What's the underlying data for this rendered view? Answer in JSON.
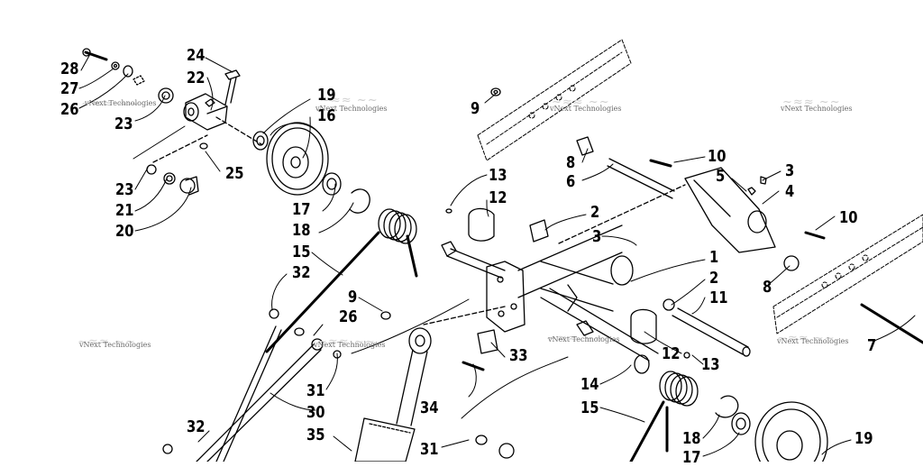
{
  "diagram": {
    "callouts": [
      {
        "id": "c28",
        "text": "28"
      },
      {
        "id": "c27",
        "text": "27"
      },
      {
        "id": "c26a",
        "text": "26"
      },
      {
        "id": "c23a",
        "text": "23"
      },
      {
        "id": "c24",
        "text": "24"
      },
      {
        "id": "c22",
        "text": "22"
      },
      {
        "id": "c19a",
        "text": "19"
      },
      {
        "id": "c16",
        "text": "16"
      },
      {
        "id": "c25",
        "text": "25"
      },
      {
        "id": "c23b",
        "text": "23"
      },
      {
        "id": "c21",
        "text": "21"
      },
      {
        "id": "c20",
        "text": "20"
      },
      {
        "id": "c17a",
        "text": "17"
      },
      {
        "id": "c18a",
        "text": "18"
      },
      {
        "id": "c15a",
        "text": "15"
      },
      {
        "id": "c32a",
        "text": "32"
      },
      {
        "id": "c9a",
        "text": "9"
      },
      {
        "id": "c26b",
        "text": "26"
      },
      {
        "id": "c31a",
        "text": "31"
      },
      {
        "id": "c30",
        "text": "30"
      },
      {
        "id": "c35",
        "text": "35"
      },
      {
        "id": "c32b",
        "text": "32"
      },
      {
        "id": "c34",
        "text": "34"
      },
      {
        "id": "c31b",
        "text": "31"
      },
      {
        "id": "c33",
        "text": "33"
      },
      {
        "id": "c9b",
        "text": "9"
      },
      {
        "id": "c13a",
        "text": "13"
      },
      {
        "id": "c12a",
        "text": "12"
      },
      {
        "id": "c8a",
        "text": "8"
      },
      {
        "id": "c6",
        "text": "6"
      },
      {
        "id": "c2a",
        "text": "2"
      },
      {
        "id": "c3a",
        "text": "3"
      },
      {
        "id": "c10a",
        "text": "10"
      },
      {
        "id": "c5",
        "text": "5"
      },
      {
        "id": "c3b",
        "text": "3"
      },
      {
        "id": "c4",
        "text": "4"
      },
      {
        "id": "c10b",
        "text": "10"
      },
      {
        "id": "c1",
        "text": "1"
      },
      {
        "id": "c2b",
        "text": "2"
      },
      {
        "id": "c11",
        "text": "11"
      },
      {
        "id": "c8b",
        "text": "8"
      },
      {
        "id": "c7",
        "text": "7"
      },
      {
        "id": "c12b",
        "text": "12"
      },
      {
        "id": "c13b",
        "text": "13"
      },
      {
        "id": "c14",
        "text": "14"
      },
      {
        "id": "c15b",
        "text": "15"
      },
      {
        "id": "c18b",
        "text": "18"
      },
      {
        "id": "c17b",
        "text": "17"
      },
      {
        "id": "c19b",
        "text": "19"
      }
    ],
    "watermarks": [
      {
        "id": "w1",
        "text": "vNext Technologies"
      },
      {
        "id": "w2",
        "text": "vNext Technologies"
      },
      {
        "id": "w3",
        "text": "vNext Technologies"
      },
      {
        "id": "w4",
        "text": "vNext Technologies"
      },
      {
        "id": "w5",
        "text": "vNext Technologies"
      },
      {
        "id": "w6",
        "text": "vNext Technologies"
      },
      {
        "id": "w7",
        "text": "vNext Technologies"
      },
      {
        "id": "w8",
        "text": "vNext Technologies"
      }
    ]
  }
}
